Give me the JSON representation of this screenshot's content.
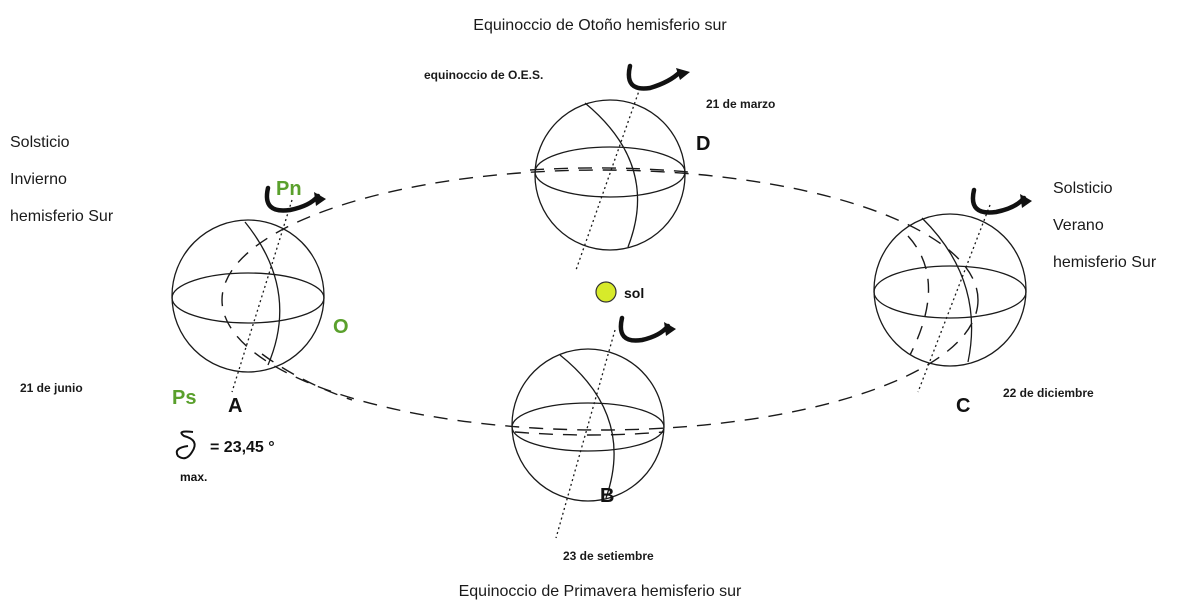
{
  "labels": {
    "top_title": "Equinoccio de Otoño hemisferio sur",
    "bottom_title": "Equinoccio de Primavera hemisferio sur",
    "left_season": [
      "Solsticio",
      "Invierno",
      "hemisferio Sur"
    ],
    "right_season": [
      "Solsticio",
      "Verano",
      "hemisferio Sur"
    ],
    "equinox_oes": "equinoccio de O.E.S.",
    "date_d": "21 de marzo",
    "date_a": "21 de junio",
    "date_b": "23 de setiembre",
    "date_c": "22 de diciembre",
    "sun": "sol"
  },
  "positions": {
    "a": "A",
    "b": "B",
    "c": "C",
    "d": "D"
  },
  "poles": {
    "north": "Pn",
    "south": "Ps",
    "origin": "O"
  },
  "formula": {
    "value": "= 23,45 °",
    "sub": "max."
  },
  "colors": {
    "accent_green": "#5aa02c",
    "sun_fill": "#d7ea2a",
    "ink": "#1a1a1a"
  }
}
